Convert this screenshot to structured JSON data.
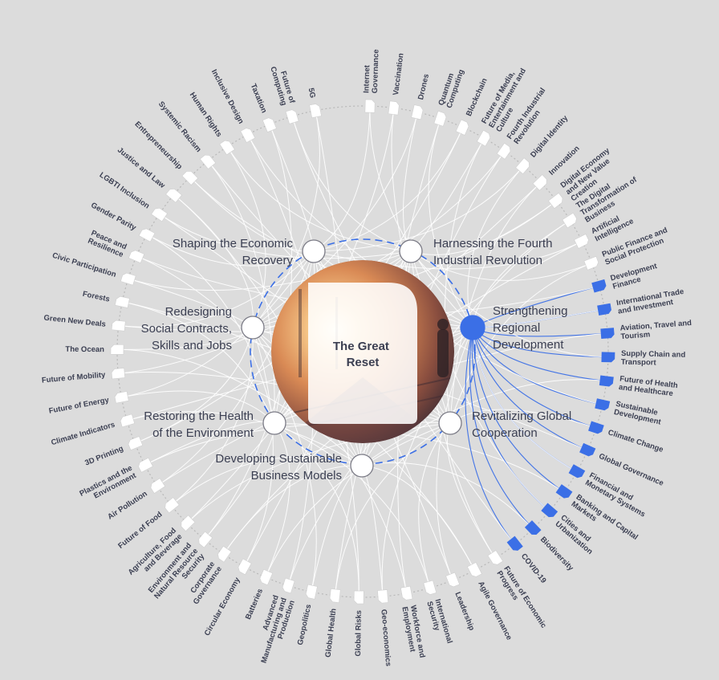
{
  "center": {
    "title_line1": "The Great",
    "title_line2": "Reset"
  },
  "colors": {
    "background": "#dcdcdc",
    "accent": "#3b6fe6",
    "node": "#ffffff",
    "text": "#3b3f52"
  },
  "active_theme": 2,
  "themes": [
    {
      "lines": [
        "Shaping the Economic",
        "Recovery"
      ]
    },
    {
      "lines": [
        "Harnessing the Fourth",
        "Industrial Revolution"
      ]
    },
    {
      "lines": [
        "Strengthening",
        "Regional",
        "Development"
      ]
    },
    {
      "lines": [
        "Revitalizing Global",
        "Cooperation"
      ]
    },
    {
      "lines": [
        "Developing Sustainable",
        "Business Models"
      ]
    },
    {
      "lines": [
        "Restoring the Health",
        "of the Environment"
      ]
    },
    {
      "lines": [
        "Redesigning",
        "Social Contracts,",
        "Skills and Jobs"
      ]
    }
  ],
  "topics": [
    {
      "lines": [
        "Internet",
        "Governance"
      ]
    },
    {
      "lines": [
        "Vaccination"
      ]
    },
    {
      "lines": [
        "Drones"
      ]
    },
    {
      "lines": [
        "Quantum",
        "Computing"
      ]
    },
    {
      "lines": [
        "Blockchain"
      ]
    },
    {
      "lines": [
        "Future of Media,",
        "Entertainment and",
        "Culture"
      ]
    },
    {
      "lines": [
        "Fourth Industrial",
        "Revolution"
      ]
    },
    {
      "lines": [
        "Digital Identity"
      ]
    },
    {
      "lines": [
        "Innovation"
      ]
    },
    {
      "lines": [
        "Digital Economy",
        "and New Value",
        "Creation"
      ]
    },
    {
      "lines": [
        "The Digital",
        "Transformation of",
        "Business"
      ]
    },
    {
      "lines": [
        "Artificial",
        "Intelligence"
      ]
    },
    {
      "lines": [
        "Public Finance and",
        "Social Protection"
      ]
    },
    {
      "lines": [
        "Development",
        "Finance"
      ],
      "active": true
    },
    {
      "lines": [
        "International Trade",
        "and Investment"
      ],
      "active": true
    },
    {
      "lines": [
        "Aviation, Travel and",
        "Tourism"
      ],
      "active": true
    },
    {
      "lines": [
        "Supply Chain and",
        "Transport"
      ],
      "active": true
    },
    {
      "lines": [
        "Future of Health",
        "and Healthcare"
      ],
      "active": true
    },
    {
      "lines": [
        "Sustainable",
        "Development"
      ],
      "active": true
    },
    {
      "lines": [
        "Climate Change"
      ],
      "active": true
    },
    {
      "lines": [
        "Global Governance"
      ],
      "active": true
    },
    {
      "lines": [
        "Financial and",
        "Monetary Systems"
      ],
      "active": true
    },
    {
      "lines": [
        "Banking and Capital",
        "Markets"
      ],
      "active": true
    },
    {
      "lines": [
        "Cities and",
        "Urbanization"
      ],
      "active": true
    },
    {
      "lines": [
        "Biodiversity"
      ],
      "active": true
    },
    {
      "lines": [
        "COVID-19"
      ],
      "active": true
    },
    {
      "lines": [
        "Future of Economic",
        "Progress"
      ]
    },
    {
      "lines": [
        "Agile Governance"
      ]
    },
    {
      "lines": [
        "Leadership"
      ]
    },
    {
      "lines": [
        "International",
        "Security"
      ]
    },
    {
      "lines": [
        "Workforce and",
        "Employment"
      ]
    },
    {
      "lines": [
        "Geo-economics"
      ]
    },
    {
      "lines": [
        "Global Risks"
      ]
    },
    {
      "lines": [
        "Global Health"
      ]
    },
    {
      "lines": [
        "Geopolitics"
      ]
    },
    {
      "lines": [
        "Advanced",
        "Manufacturing and",
        "Production"
      ]
    },
    {
      "lines": [
        "Batteries"
      ]
    },
    {
      "lines": [
        "Circular Economy"
      ]
    },
    {
      "lines": [
        "Corporate",
        "Governance"
      ]
    },
    {
      "lines": [
        "Environment and",
        "Natural Resource",
        "Security"
      ]
    },
    {
      "lines": [
        "Agriculture, Food",
        "and Beverage"
      ]
    },
    {
      "lines": [
        "Future of Food"
      ]
    },
    {
      "lines": [
        "Air Pollution"
      ]
    },
    {
      "lines": [
        "Plastics and the",
        "Environment"
      ]
    },
    {
      "lines": [
        "3D Printing"
      ]
    },
    {
      "lines": [
        "Climate Indicators"
      ]
    },
    {
      "lines": [
        "Future of Energy"
      ]
    },
    {
      "lines": [
        "Future of Mobility"
      ]
    },
    {
      "lines": [
        "The Ocean"
      ]
    },
    {
      "lines": [
        "Green New Deals"
      ]
    },
    {
      "lines": [
        "Forests"
      ]
    },
    {
      "lines": [
        "Civic Participation"
      ]
    },
    {
      "lines": [
        "Peace and",
        "Resilience"
      ]
    },
    {
      "lines": [
        "Gender Parity"
      ]
    },
    {
      "lines": [
        "LGBTI Inclusion"
      ]
    },
    {
      "lines": [
        "Justice and Law"
      ]
    },
    {
      "lines": [
        "Entrepreneurship"
      ]
    },
    {
      "lines": [
        "Systemic Racism"
      ]
    },
    {
      "lines": [
        "Human Rights"
      ]
    },
    {
      "lines": [
        "Inclusive Design"
      ]
    },
    {
      "lines": [
        "Taxation"
      ]
    },
    {
      "lines": [
        "Future of",
        "Computing"
      ]
    },
    {
      "lines": [
        "5G"
      ]
    }
  ]
}
